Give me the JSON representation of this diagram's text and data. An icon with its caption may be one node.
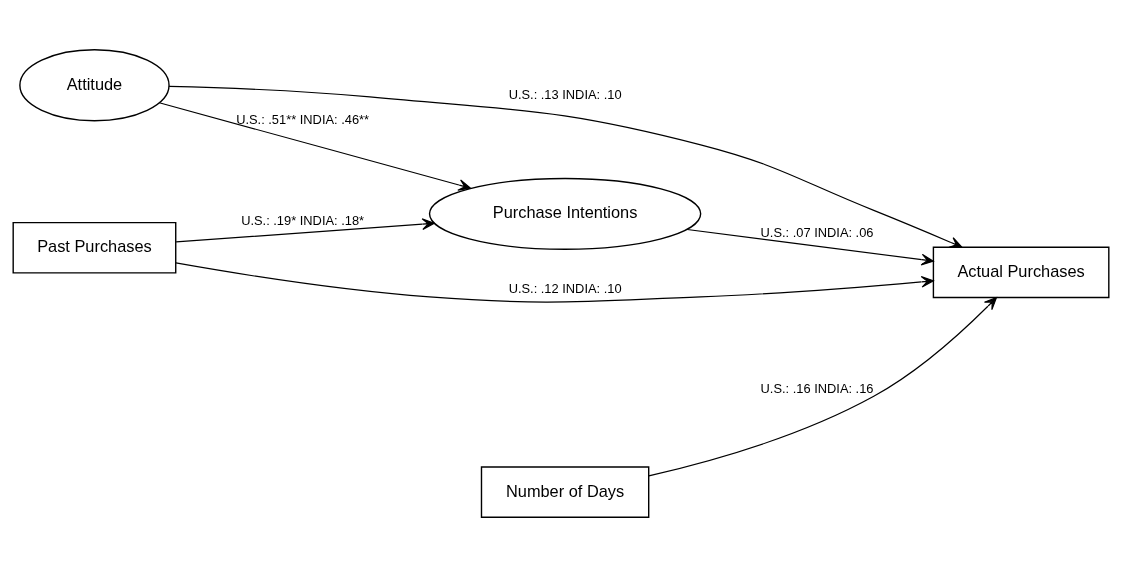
{
  "diagram": {
    "nodes": [
      {
        "text": [
          "Attitude"
        ]
      },
      {
        "text": [
          "Purchase Intentions"
        ]
      },
      {
        "text": [
          "Past Purchases"
        ]
      },
      {
        "text": [
          "Actual Purchases"
        ]
      },
      {
        "text": [
          "Number of Days"
        ]
      }
    ],
    "edges": [
      {
        "from": 0,
        "to": 1,
        "arrow": "to",
        "label": "U.S.: .51** INDIA: .46**"
      },
      {
        "from": 1,
        "to": 3,
        "arrow": "to",
        "label": "U.S.: .07 INDIA: .06"
      },
      {
        "from": 0,
        "to": 3,
        "arrow": "to",
        "label": "U.S.: .13 INDIA: .10"
      },
      {
        "from": 2,
        "to": 1,
        "arrow": "to",
        "label": "U.S.: .19* INDIA: .18*"
      },
      {
        "from": 2,
        "to": 3,
        "arrow": "to",
        "label": "U.S.: .12 INDIA: .10"
      },
      {
        "from": 4,
        "to": 3,
        "arrow": "to",
        "label": "U.S.: .16 INDIA: .16"
      }
    ]
  }
}
